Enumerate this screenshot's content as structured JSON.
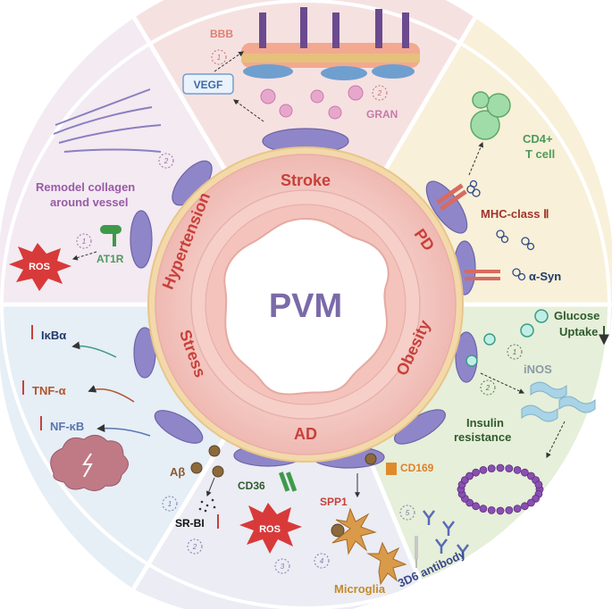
{
  "center": {
    "title": "PVM"
  },
  "ring_labels": {
    "stroke": "Stroke",
    "pd": "PD",
    "obesity": "Obesity",
    "ad": "AD",
    "stress": "Stress",
    "hypertension": "Hypertension"
  },
  "stroke": {
    "bbb": "BBB",
    "vegf": "VEGF",
    "gran": "GRAN",
    "step1": "1",
    "step2": "2"
  },
  "pd": {
    "cd4_line1": "CD4+",
    "cd4_line2": "T cell",
    "mhc": "MHC-class Ⅱ",
    "asyn": "α-Syn"
  },
  "obesity": {
    "glucose": "Glucose",
    "uptake": "Uptake",
    "inos": "iNOS",
    "insulin_line1": "Insulin",
    "insulin_line2": "resistance",
    "step1": "1",
    "step2": "2"
  },
  "ad": {
    "abeta": "Aβ",
    "srbi": "SR-BI",
    "cd36": "CD36",
    "ros": "ROS",
    "spp1": "SPP1",
    "microglia": "Microglia",
    "cd169": "CD169",
    "antibody": "3D6 antibody",
    "step1": "1",
    "step2": "2",
    "step3": "3",
    "step4": "4",
    "step5": "5"
  },
  "stress": {
    "ikba": "IκBα",
    "tnfa": "TNF-α",
    "nfkb": "NF-κB"
  },
  "hypertension": {
    "collagen_line1": "Remodel collagen",
    "collagen_line2": "around vessel",
    "at1r": "AT1R",
    "ros": "ROS",
    "step1": "1",
    "step2": "2"
  },
  "colors": {
    "stroke_sector": "#f6e1e1",
    "pd_sector": "#f8f0d8",
    "obesity_sector": "#e6efd9",
    "ad_sector": "#ebecf4",
    "stress_sector": "#e6eef6",
    "hypertension_sector": "#f3eaf2",
    "ring_label": "#c8403a",
    "center_title": "#7a6aa8",
    "macrophage": "#8f86c9"
  }
}
